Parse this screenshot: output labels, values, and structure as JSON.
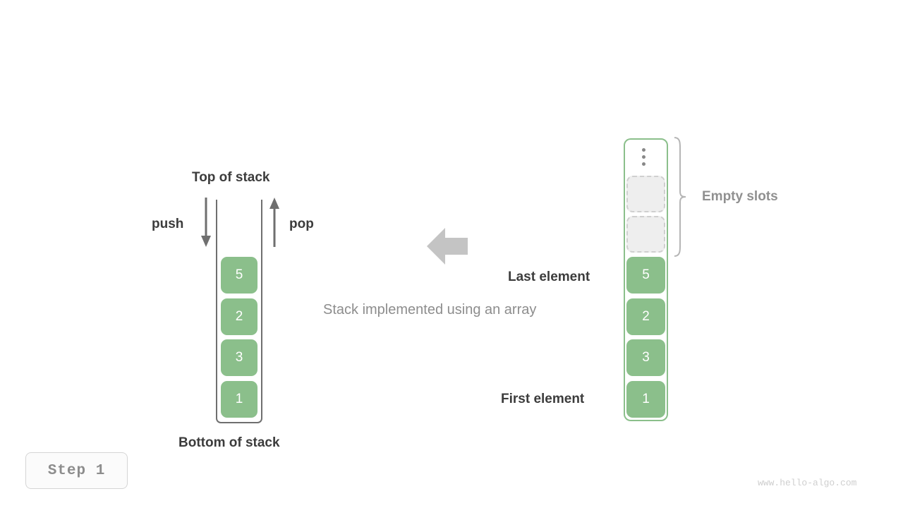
{
  "diagram": {
    "caption": "Stack implemented using an array",
    "step_badge": "Step 1",
    "watermark": "www.hello-algo.com",
    "accent_green": "#8bbf8b",
    "label_dark": "#3c3c3c",
    "label_gray": "#909090"
  },
  "left_stack": {
    "top_label": "Top of stack",
    "bottom_label": "Bottom of stack",
    "push_label": "push",
    "pop_label": "pop",
    "cells_top_to_bottom": [
      "5",
      "2",
      "3",
      "1"
    ]
  },
  "transform_arrow": {
    "direction": "left",
    "color": "#c4c4c4"
  },
  "right_array": {
    "empty_slots_label": "Empty slots",
    "last_element_label": "Last element",
    "first_element_label": "First element",
    "ellipsis": "vertical-ellipsis",
    "empty_slot_count": 2,
    "cells_top_to_bottom": [
      "5",
      "2",
      "3",
      "1"
    ]
  }
}
